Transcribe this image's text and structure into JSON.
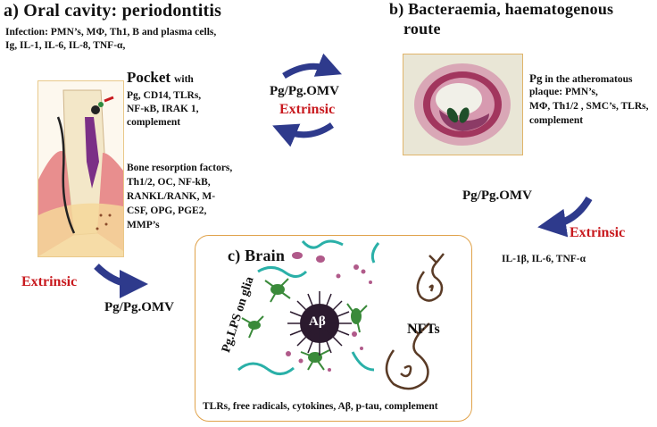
{
  "panel_a": {
    "title": "a)  Oral cavity: periodontitis",
    "infection_line1": "Infection:  PMN’s, MΦ, Th1, B and plasma cells,",
    "infection_line2": "Ig, IL-1, IL-6, IL-8, TNF-α,",
    "pocket_title": "Pocket",
    "pocket_with": "with",
    "pocket_lines": [
      "Pg, CD14, TLRs,",
      "NF-κB, IRAK 1,",
      "complement"
    ],
    "bone_lines": [
      "Bone resorption  factors,",
      "Th1/2, OC, NF-kB,",
      "RANKL/RANK, M-",
      "CSF, OPG, PGE2,",
      "MMP’s"
    ]
  },
  "panel_b": {
    "title_line1": "b) Bacteraemia, haematogenous",
    "title_line2": "route",
    "plaque_lead": "Pg",
    "plaque_line1": " in the atheromatous",
    "plaque_lines": [
      "plaque: PMN’s,",
      "MΦ, Th1/2 , SMC’s, TLRs,",
      "complement"
    ]
  },
  "connectors": {
    "top_label": "Pg/Pg.OMV",
    "top_extrinsic": "Extrinsic",
    "right_label": "Pg/Pg.OMV",
    "right_extrinsic": "Extrinsic",
    "right_cytokines": "IL-1β, IL-6, TNF-α",
    "left_extrinsic": "Extrinsic",
    "left_label": "Pg/Pg.OMV"
  },
  "panel_c": {
    "title": "c) Brain",
    "lps_label": "Pg.LPS on glia",
    "abeta": "Aβ",
    "nfts": "NFTs",
    "footer": "TLRs, free radicals, cytokines, Aβ, p-tau, complement"
  },
  "colors": {
    "arrow": "#2e3a8c",
    "extrinsic": "#c8191e",
    "brain_border": "#e0a24a",
    "glia": "#3a8a3a",
    "fibre": "#2ab0a8",
    "dots": "#b05a8a"
  }
}
